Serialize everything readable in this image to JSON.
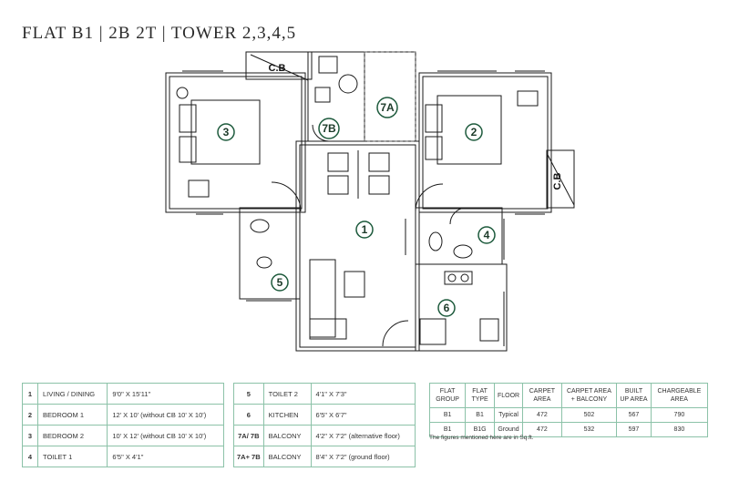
{
  "header": {
    "title": "FLAT B1 | 2B 2T | TOWER 2,3,4,5"
  },
  "plan": {
    "rooms": {
      "r1": "1",
      "r2": "2",
      "r3": "3",
      "r4": "4",
      "r5": "5",
      "r6": "6",
      "r7a": "7A",
      "r7b": "7B"
    },
    "cb_label": "C.B",
    "cb_label_right": "C.B"
  },
  "room_table_left": [
    {
      "num": "1",
      "name": "LIVING / DINING",
      "size": "9'0\" X 15'11\""
    },
    {
      "num": "2",
      "name": "BEDROOM 1",
      "size": "12' X 10' (without CB 10' X 10')"
    },
    {
      "num": "3",
      "name": "BEDROOM 2",
      "size": "10' X 12' (without CB 10' X 10')"
    },
    {
      "num": "4",
      "name": "TOILET 1",
      "size": "6'5\" X 4'1\""
    }
  ],
  "room_table_mid": [
    {
      "num": "5",
      "name": "TOILET 2",
      "size": "4'1\" X 7'3\""
    },
    {
      "num": "6",
      "name": "KITCHEN",
      "size": "6'5\" X 6'7\""
    },
    {
      "num": "7A/ 7B",
      "name": "BALCONY",
      "size": "4'2\" X 7'2\" (alternative floor)"
    },
    {
      "num": "7A+ 7B",
      "name": "BALCONY",
      "size": "8'4\" X 7'2\" (ground floor)"
    }
  ],
  "area_table": {
    "headers": [
      "FLAT GROUP",
      "FLAT TYPE",
      "FLOOR",
      "CARPET AREA",
      "CARPET AREA + BALCONY",
      "BUILT UP AREA",
      "CHARGEABLE AREA"
    ],
    "rows": [
      [
        "B1",
        "B1",
        "Typical",
        "472",
        "502",
        "567",
        "790"
      ],
      [
        "B1",
        "B1G",
        "Ground",
        "472",
        "532",
        "597",
        "830"
      ]
    ],
    "note": "The figures mentioned here are in Sq.ft."
  },
  "colors": {
    "accent": "#1d5a3c",
    "table_border": "#8cc2a8",
    "wall": "#1a1a1a"
  }
}
